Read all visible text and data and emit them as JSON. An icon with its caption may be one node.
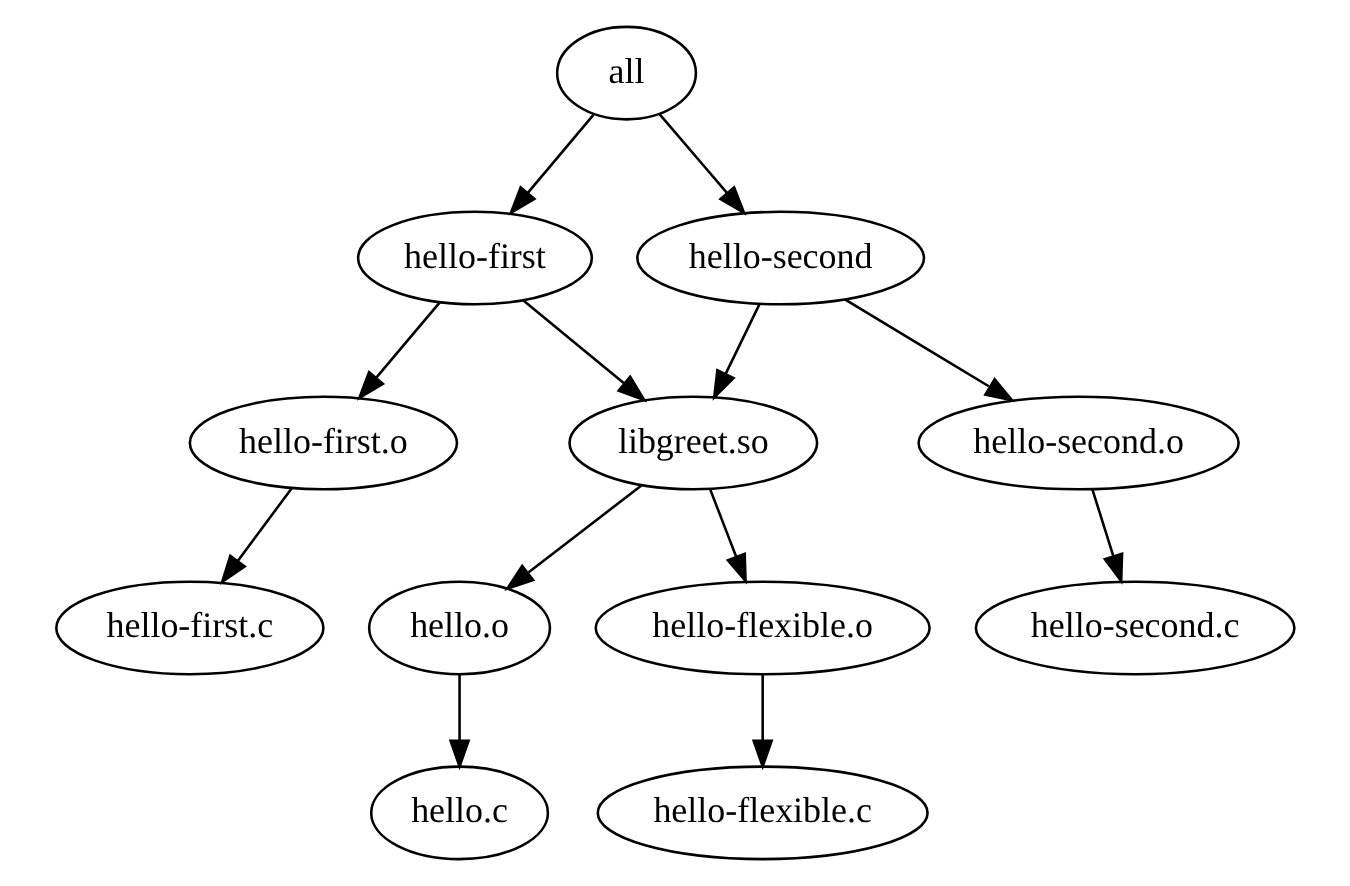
{
  "diagram": {
    "nodes": [
      {
        "text": [
          "all"
        ]
      },
      {
        "text": [
          "hello-first"
        ]
      },
      {
        "text": [
          "hello-second"
        ]
      },
      {
        "text": [
          "hello-first.o"
        ]
      },
      {
        "text": [
          "libgreet.so"
        ]
      },
      {
        "text": [
          "hello-second.o"
        ]
      },
      {
        "text": [
          "hello-first.c"
        ]
      },
      {
        "text": [
          "hello.o"
        ]
      },
      {
        "text": [
          "hello-flexible.o"
        ]
      },
      {
        "text": [
          "hello-second.c"
        ]
      },
      {
        "text": [
          "hello.c"
        ]
      },
      {
        "text": [
          "hello-flexible.c"
        ]
      }
    ],
    "edges": [
      {
        "from": 0,
        "to": 1,
        "arrow": "to"
      },
      {
        "from": 0,
        "to": 2,
        "arrow": "to"
      },
      {
        "from": 1,
        "to": 3,
        "arrow": "to"
      },
      {
        "from": 1,
        "to": 4,
        "arrow": "to"
      },
      {
        "from": 2,
        "to": 4,
        "arrow": "to"
      },
      {
        "from": 2,
        "to": 5,
        "arrow": "to"
      },
      {
        "from": 3,
        "to": 6,
        "arrow": "to"
      },
      {
        "from": 4,
        "to": 7,
        "arrow": "to"
      },
      {
        "from": 4,
        "to": 8,
        "arrow": "to"
      },
      {
        "from": 5,
        "to": 9,
        "arrow": "to"
      },
      {
        "from": 7,
        "to": 10,
        "arrow": "to"
      },
      {
        "from": 8,
        "to": 11,
        "arrow": "to"
      }
    ]
  }
}
